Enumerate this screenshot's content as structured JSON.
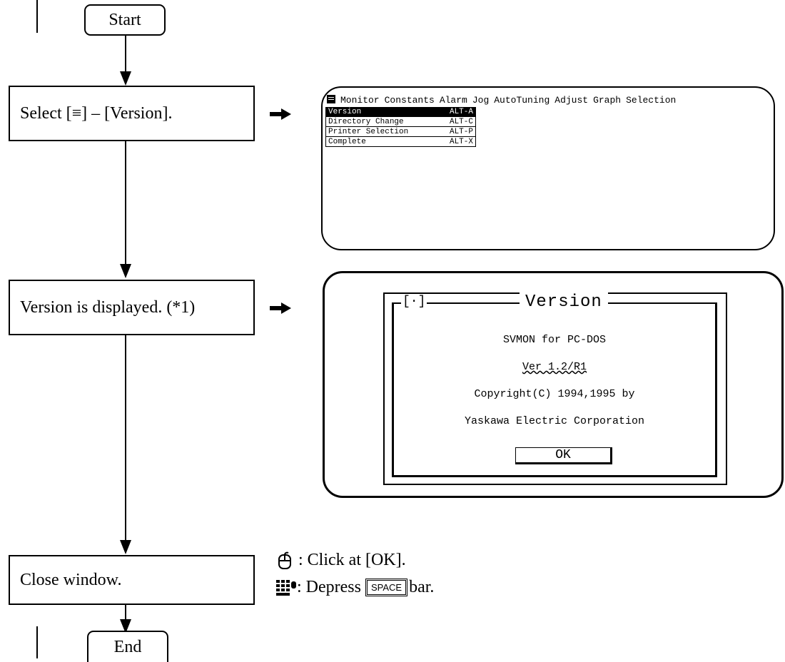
{
  "flow": {
    "start": "Start",
    "step1": "Select [≡] – [Version].",
    "step2": "Version is displayed. (*1)",
    "step3": "Close window.",
    "end": "End"
  },
  "screen1": {
    "menu": [
      "Monitor",
      "Constants",
      "Alarm",
      "Jog",
      "AutoTuning",
      "Adjust",
      "Graph",
      "Selection"
    ],
    "items": [
      {
        "label": "Version",
        "key": "ALT-A"
      },
      {
        "label": "Directory Change",
        "key": "ALT-C"
      },
      {
        "label": "Printer Selection",
        "key": "ALT-P"
      },
      {
        "label": "Complete",
        "key": "ALT-X"
      }
    ]
  },
  "screen2": {
    "dialog_title": "Version",
    "close_box": "[·]",
    "line1": "SVMON for PC-DOS",
    "line2": "Ver 1.2/R1",
    "line3": "Copyright(C) 1994,1995 by",
    "line4": "Yaskawa Electric Corporation",
    "ok": "OK"
  },
  "notes": {
    "mouse_text": ": Click at [OK].",
    "kb_prefix": ": Depress",
    "kb_key": "SPACE",
    "kb_suffix": "bar."
  },
  "icons": [
    "mouse-icon",
    "keyboard-icon",
    "right-arrow-icon",
    "system-menu-icon"
  ]
}
